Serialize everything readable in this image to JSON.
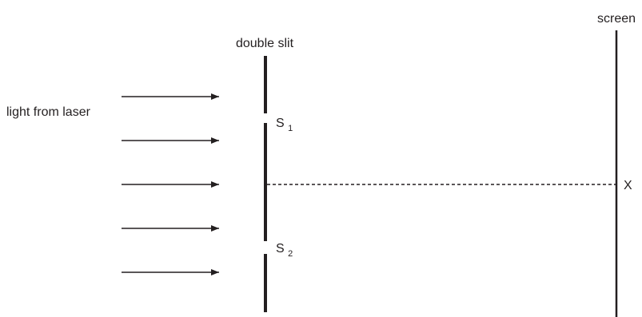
{
  "labels": {
    "screen": "screen",
    "double_slit": "double slit",
    "light_source": "light from laser",
    "slit_1": {
      "letter": "S",
      "subscript": "1"
    },
    "slit_2": {
      "letter": "S",
      "subscript": "2"
    },
    "point_x": "X"
  },
  "colors": {
    "ink": "#231f20",
    "background": "#ffffff"
  }
}
